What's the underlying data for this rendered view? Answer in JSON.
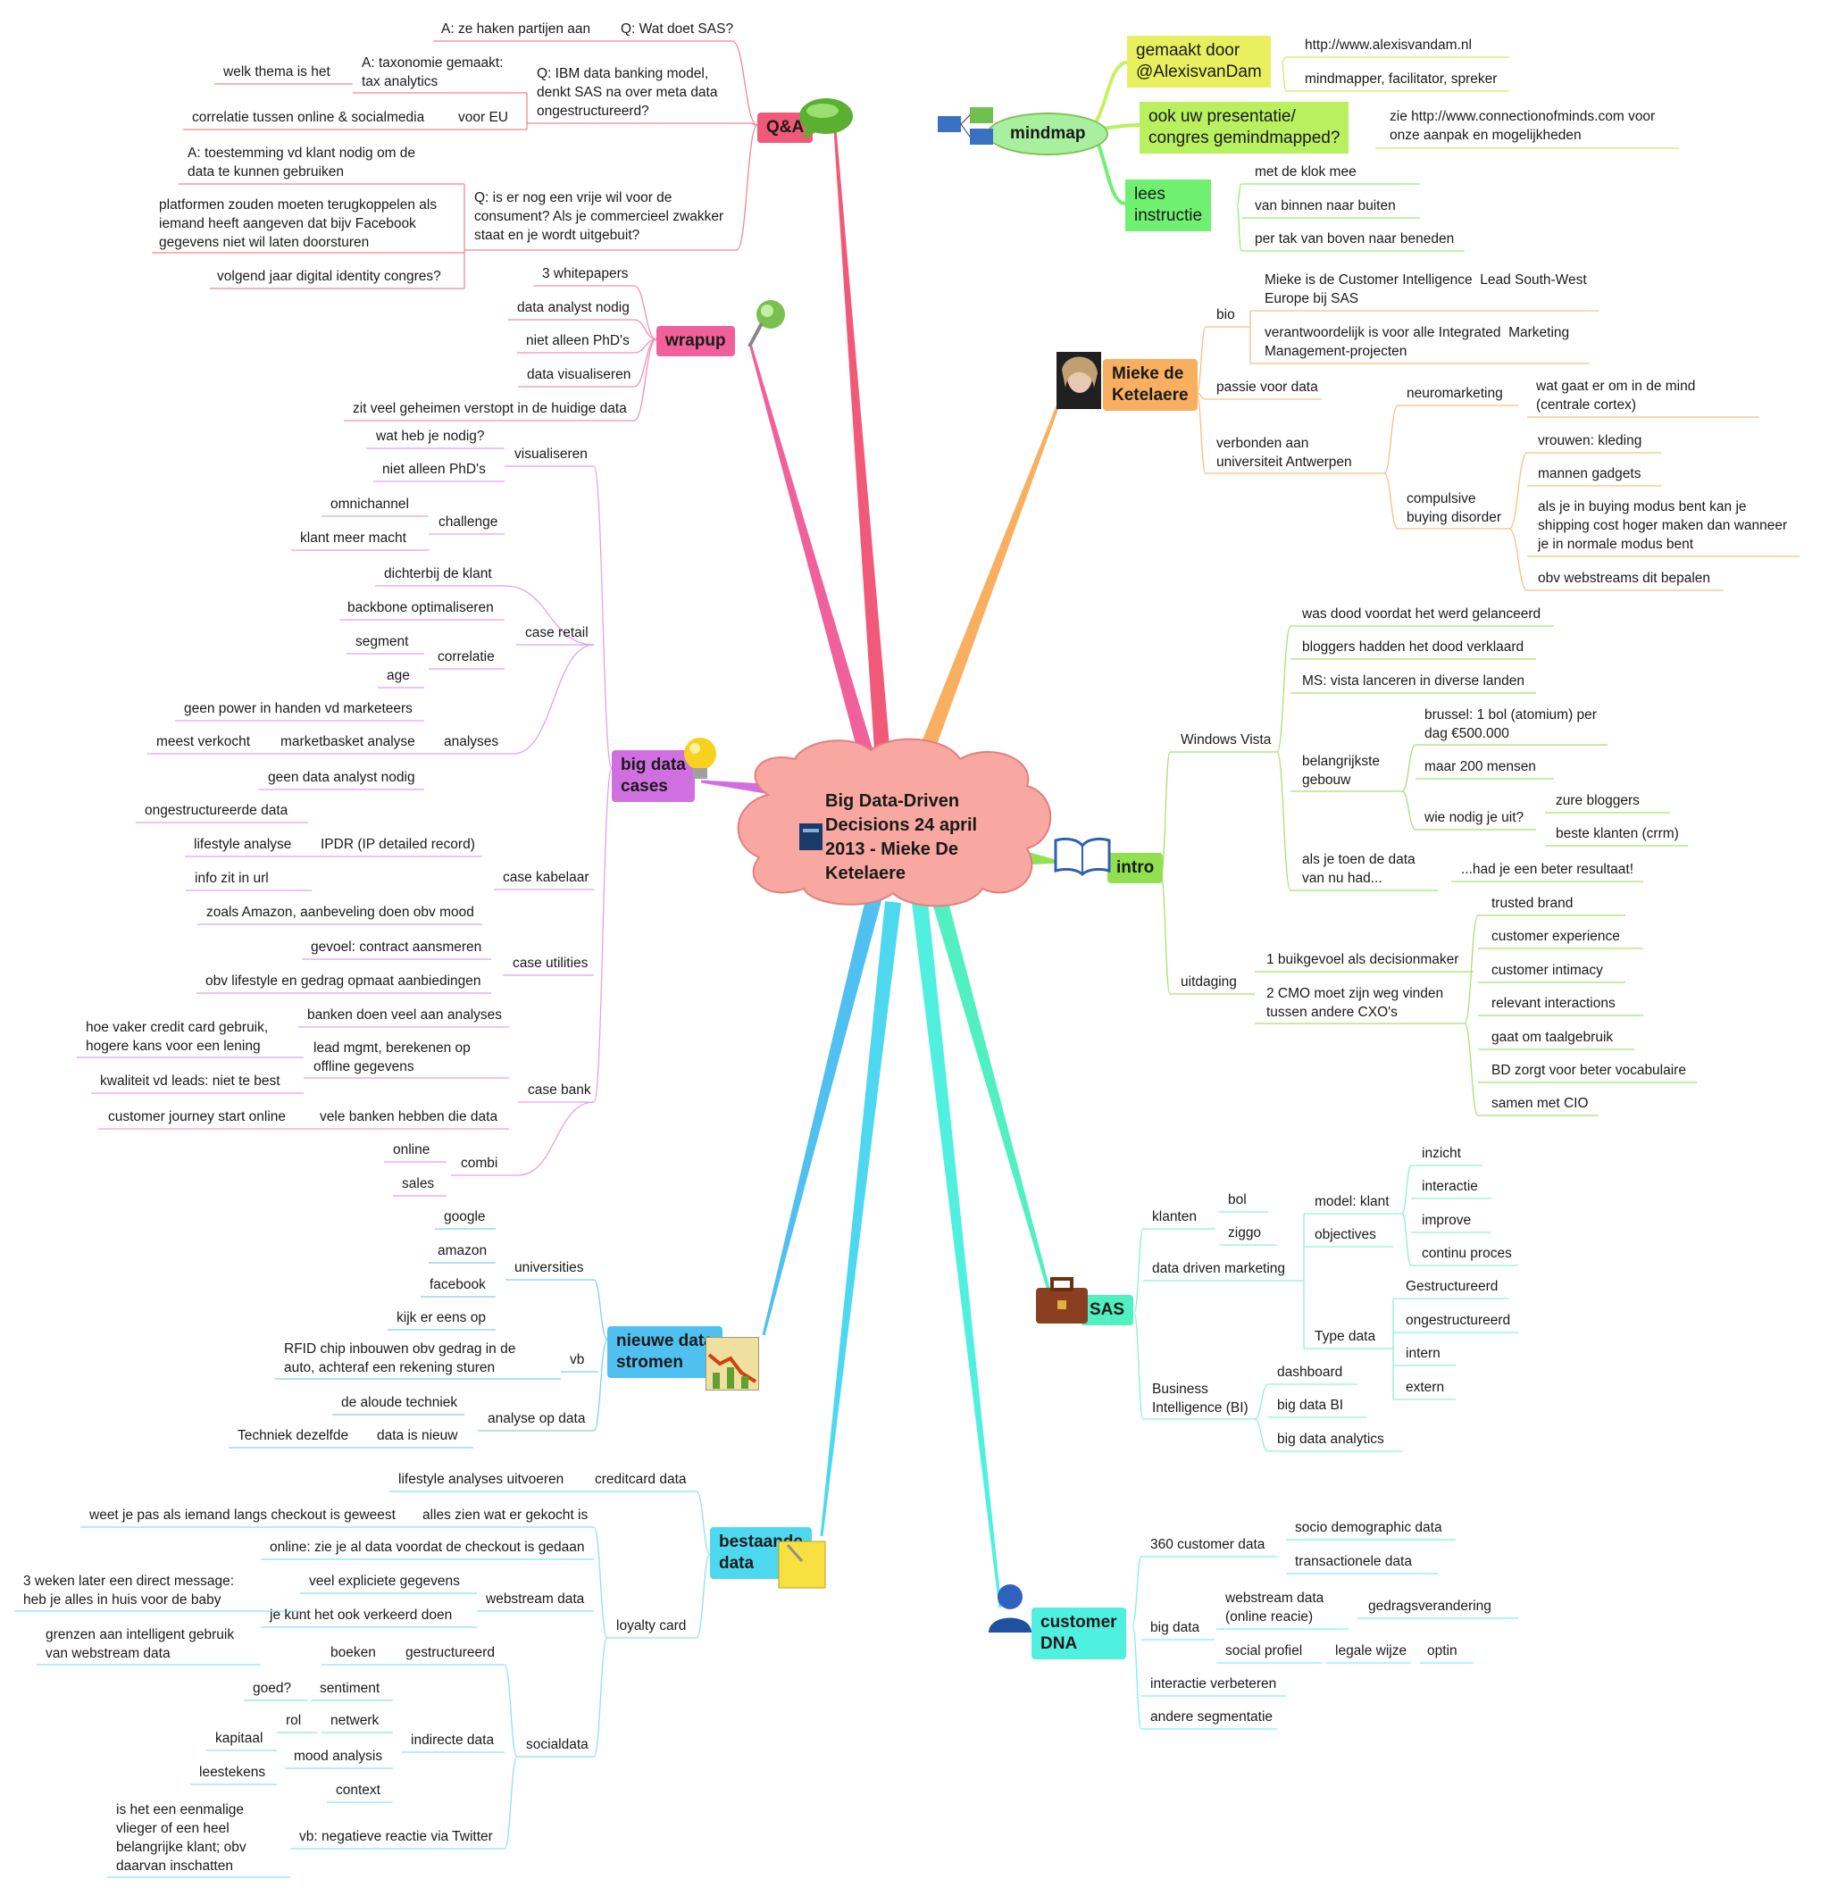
{
  "center": {
    "title": "Big Data-Driven\nDecisions 24 april\n2013 - Mieke De\nKetelaere"
  },
  "branches": {
    "mindmap": {
      "label": "mindmap",
      "items": {
        "gemaakt": "gemaakt door\n@AlexisvanDam",
        "url": "http://www.alexisvandam.nl",
        "role": "mindmapper, facilitator, spreker",
        "presentatie": "ook uw presentatie/\ncongres gemindmapped?",
        "zie": "zie http://www.connectionofminds.com voor\nonze aanpak en mogelijkheden",
        "lees": "lees\ninstructie",
        "l1": "met de klok mee",
        "l2": "van binnen naar buiten",
        "l3": "per tak van boven naar beneden"
      }
    },
    "mieke": {
      "label": "Mieke de\nKetelaere",
      "items": {
        "bio": "bio",
        "bio1": "Mieke is de Customer Intelligence  Lead South-West\nEurope bij SAS",
        "bio2": "verantwoordelijk is voor alle Integrated  Marketing\nManagement-projecten",
        "passie": "passie voor data",
        "verbonden": "verbonden aan\nuniversiteit Antwerpen",
        "neuro": "neuromarketing",
        "neuro1": "wat gaat er om in de mind\n(centrale cortex)",
        "compulsive": "compulsive\nbuying disorder",
        "c1": "vrouwen: kleding",
        "c2": "mannen gadgets",
        "c3": "als je in buying modus bent kan je\nshipping cost hoger maken dan wanneer\nje in normale modus bent",
        "c4": "obv webstreams dit bepalen"
      }
    },
    "intro": {
      "label": "intro",
      "items": {
        "vista": "Windows Vista",
        "v1": "was dood voordat het werd gelanceerd",
        "v2": "bloggers hadden het dood verklaard",
        "v3": "MS: vista lanceren in diverse landen",
        "gebouw": "belangrijkste\ngebouw",
        "g1": "brussel: 1 bol (atomium) per\ndag €500.000",
        "g2": "maar 200 mensen",
        "g3": "wie nodig je uit?",
        "g3a": "zure bloggers",
        "g3b": "beste klanten (crrm)",
        "toen": "als je toen de data\nvan nu had...",
        "toen1": "...had je een beter resultaat!",
        "uitdaging": "uitdaging",
        "u1": "1 buikgevoel als decisionmaker",
        "u2": "2 CMO moet zijn weg vinden\ntussen andere CXO's",
        "u2a": "trusted brand",
        "u2b": "customer experience",
        "u2c": "customer intimacy",
        "u2d": "relevant interactions",
        "u2e": "gaat om taalgebruik",
        "u2f": "BD zorgt voor beter vocabulaire",
        "u2g": "samen met CIO"
      }
    },
    "sas": {
      "label": "SAS",
      "items": {
        "klanten": "klanten",
        "bol": "bol",
        "ziggo": "ziggo",
        "ddm": "data driven marketing",
        "model": "model: klant",
        "m1": "inzicht",
        "m2": "interactie",
        "m3": "improve",
        "m4": "continu proces",
        "objectives": "objectives",
        "type": "Type data",
        "t1": "Gestructureerd",
        "t2": "ongestructureerd",
        "t3": "intern",
        "t4": "extern",
        "bi": "Business\nIntelligence (BI)",
        "bi1": "dashboard",
        "bi2": "big data BI",
        "bi3": "big data analytics"
      }
    },
    "dna": {
      "label": "customer\nDNA",
      "items": {
        "c360": "360 customer data",
        "c360a": "socio demographic data",
        "c360b": "transactionele data",
        "bigdata": "big data",
        "web": "webstream data\n(online reacie)",
        "webgedrag": "gedragsverandering",
        "social": "social profiel",
        "legale": "legale wijze",
        "optin": "optin",
        "interactie": "interactie verbeteren",
        "segment": "andere segmentatie"
      }
    },
    "qa": {
      "label": "Q&A",
      "items": {
        "q1": "Q: Wat doet SAS?",
        "a1": "A: ze haken partijen aan",
        "q2": "Q: IBM data banking model,\ndenkt SAS na over meta data\nongestructureerd?",
        "a2": "A: taxonomie gemaakt:\ntax analytics",
        "thema": "welk thema is het",
        "eu": "voor EU",
        "corr": "correlatie tussen online & socialmedia",
        "q3": "Q: is er nog een vrije wil voor de\nconsument? Als je commercieel zwakker\nstaat en je wordt uitgebuit?",
        "a3": "A: toestemming vd klant nodig om de\ndata te kunnen gebruiken",
        "platform": "platformen zouden moeten terugkoppelen als\niemand heeft aangeven dat bijv Facebook\ngegevens niet wil laten doorsturen",
        "congres": "volgend jaar digital identity congres?"
      }
    },
    "wrapup": {
      "label": "wrapup",
      "items": [
        "3 whitepapers",
        "data analyst nodig",
        "niet alleen PhD's",
        "data visualiseren",
        "zit veel geheimen verstopt in de huidige data"
      ]
    },
    "bigdata": {
      "label": "big data\ncases",
      "items": {
        "vis": "visualiseren",
        "vis1": "wat heb je nodig?",
        "vis2": "niet alleen PhD's",
        "chal": "challenge",
        "chal1": "omnichannel",
        "chal2": "klant meer macht",
        "retail": "case retail",
        "r1": "dichterbij de klant",
        "r2": "backbone optimaliseren",
        "corr": "correlatie",
        "corr1": "segment",
        "corr2": "age",
        "anal": "analyses",
        "an1": "geen power in handen vd marketeers",
        "an2": "marketbasket analyse",
        "an2a": "meest verkocht",
        "an3": "geen data analyst nodig",
        "kabel": "case kabelaar",
        "k1": "ongestructureerde data",
        "ipdr": "IPDR (IP detailed record)",
        "k2": "lifestyle analyse",
        "k3": "info zit in url",
        "k4": "zoals Amazon, aanbeveling doen obv mood",
        "util": "case utilities",
        "u1": "gevoel: contract aansmeren",
        "u2": "obv lifestyle en gedrag opmaat aanbiedingen",
        "bank": "case bank",
        "b1": "banken doen veel aan analyses",
        "b2": "lead mgmt, berekenen op\noffline gegevens",
        "b2a": "hoe vaker credit card gebruik,\nhogere kans voor een lening",
        "b2b": "kwaliteit vd leads: niet te best",
        "b3": "vele banken hebben die data",
        "b3a": "customer journey start online",
        "combi": "combi",
        "combi1": "online",
        "combi2": "sales"
      }
    },
    "nieuwe": {
      "label": "nieuwe data\nstromen",
      "items": {
        "univ": "universities",
        "u1": "google",
        "u2": "amazon",
        "u3": "facebook",
        "u4": "kijk er eens op",
        "vb": "vb",
        "vb1": "RFID chip inbouwen obv gedrag in de\nauto, achteraf een rekening sturen",
        "analyse": "analyse op data",
        "a1": "de aloude techniek",
        "a2": "data is nieuw",
        "a2a": "Techniek dezelfde"
      }
    },
    "bestaande": {
      "label": "bestaande\ndata",
      "items": {
        "credit": "creditcard data",
        "credit1": "lifestyle analyses uitvoeren",
        "loyalty": "loyalty card",
        "l1": "alles zien wat er gekocht is",
        "l1a": "weet je pas als iemand langs checkout is geweest",
        "l2": "online: zie je al data voordat de checkout is gedaan",
        "web": "webstream data",
        "w1": "veel expliciete gegevens",
        "w1a": "3 weken later een direct message:\nheb je alles in huis voor de baby",
        "w2": "je kunt het ook verkeerd doen",
        "w2a": "grenzen aan intelligent gebruik\nvan webstream data",
        "socialdata": "socialdata",
        "gestr": "gestructureerd",
        "boeken": "boeken",
        "indirect": "indirecte data",
        "sentiment": "sentiment",
        "goed": "goed?",
        "netwerk": "netwerk",
        "rol": "rol",
        "mood": "mood analysis",
        "kapitaal": "kapitaal",
        "leestekens": "leestekens",
        "context": "context",
        "vb": "vb: negatieve reactie via Twitter",
        "vba": "is het een eenmalige\nvlieger of een heel\nbelangrijke klant; obv\ndaarvan inschatten"
      }
    }
  },
  "colors": {
    "qa": "#f05a78",
    "wrapup": "#f0609a",
    "bigdata": "#d070e0",
    "nieuwe": "#4fc0f0",
    "bestaande": "#4ed8f0",
    "dna": "#50f0e0",
    "sas": "#50f0c0",
    "intro": "#90e050",
    "mieke": "#f8b060",
    "mindmap": "#b8f060",
    "center": "#f8a8a0"
  }
}
